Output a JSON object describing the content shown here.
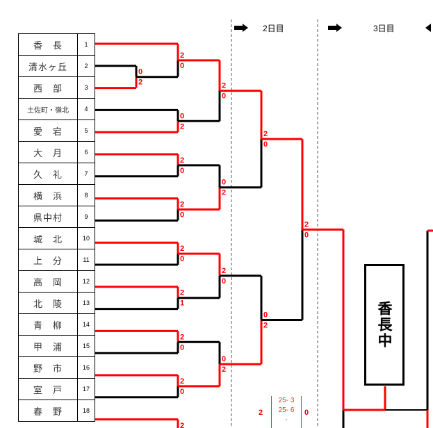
{
  "colors": {
    "winner_line": "#ff0000",
    "loser_line": "#000000",
    "score": "#ff0000",
    "divider": "#555555"
  },
  "header": {
    "days": [
      {
        "label": "2日目",
        "arrow": "right-arrow-icon"
      },
      {
        "label": "3日目",
        "arrow": "right-arrow-icon"
      }
    ],
    "right_arrow": "left-arrow-icon"
  },
  "teams": [
    {
      "seed": "1",
      "name": "香　長"
    },
    {
      "seed": "2",
      "name": "清水ヶ丘"
    },
    {
      "seed": "3",
      "name": "西　部"
    },
    {
      "seed": "4",
      "name": "土佐町・嶺北"
    },
    {
      "seed": "5",
      "name": "愛　宕"
    },
    {
      "seed": "6",
      "name": "大　月"
    },
    {
      "seed": "7",
      "name": "久　礼"
    },
    {
      "seed": "8",
      "name": "横　浜"
    },
    {
      "seed": "9",
      "name": "県中村"
    },
    {
      "seed": "10",
      "name": "城　北"
    },
    {
      "seed": "11",
      "name": "上　分"
    },
    {
      "seed": "12",
      "name": "高　岡"
    },
    {
      "seed": "13",
      "name": "北　陵"
    },
    {
      "seed": "14",
      "name": "青　柳"
    },
    {
      "seed": "15",
      "name": "甲　浦"
    },
    {
      "seed": "16",
      "name": "野　市"
    },
    {
      "seed": "17",
      "name": "室　戸"
    },
    {
      "seed": "18",
      "name": "春　野"
    }
  ],
  "matches": [
    {
      "round": 1,
      "a": "清水ヶ丘",
      "b": "西　部",
      "score_a": "0",
      "score_b": "2",
      "winner": "b"
    },
    {
      "round": 2,
      "a": "香　長",
      "b": "西　部",
      "score_a": "2",
      "score_b": "0",
      "winner": "a"
    },
    {
      "round": 2,
      "a": "土佐町・嶺北",
      "b": "愛　宕",
      "score_a": "0",
      "score_b": "2",
      "winner": "b"
    },
    {
      "round": 2,
      "a": "大　月",
      "b": "久　礼",
      "score_a": "2",
      "score_b": "0",
      "winner": "a"
    },
    {
      "round": 2,
      "a": "横　浜",
      "b": "県中村",
      "score_a": "2",
      "score_b": "0",
      "winner": "a"
    },
    {
      "round": 2,
      "a": "城　北",
      "b": "上　分",
      "score_a": "2",
      "score_b": "0",
      "winner": "a"
    },
    {
      "round": 2,
      "a": "高　岡",
      "b": "北　陵",
      "score_a": "2",
      "score_b": "1",
      "winner": "a"
    },
    {
      "round": 2,
      "a": "青　柳",
      "b": "甲　浦",
      "score_a": "2",
      "score_b": "0",
      "winner": "a"
    },
    {
      "round": 2,
      "a": "野　市",
      "b": "室　戸",
      "score_a": "2",
      "score_b": "0",
      "winner": "a"
    },
    {
      "round": 3,
      "a": "香　長",
      "b": "愛　宕",
      "score_a": "2",
      "score_b": "0",
      "winner": "a"
    },
    {
      "round": 3,
      "a": "大　月",
      "b": "横　浜",
      "score_a": "0",
      "score_b": "2",
      "winner": "b"
    },
    {
      "round": 3,
      "a": "城　北",
      "b": "高　岡",
      "score_a": "2",
      "score_b": "0",
      "winner": "a"
    },
    {
      "round": 3,
      "a": "青　柳",
      "b": "野　市",
      "score_a": "0",
      "score_b": "2",
      "winner": "b"
    },
    {
      "round": 4,
      "a": "香　長",
      "b": "横　浜",
      "score_a": "2",
      "score_b": "0",
      "winner": "a"
    },
    {
      "round": 4,
      "a": "城　北",
      "b": "野　市",
      "score_a": "0",
      "score_b": "2",
      "winner": "b"
    },
    {
      "round": 5,
      "a": "香　長",
      "b": "野　市",
      "score_a": "2",
      "score_b": "0",
      "winner": "a"
    }
  ],
  "set_scores": {
    "win": "2",
    "lose": "0",
    "sets": [
      "25- 3",
      "25- 6",
      "-"
    ]
  },
  "champion": {
    "name": "香長中"
  }
}
